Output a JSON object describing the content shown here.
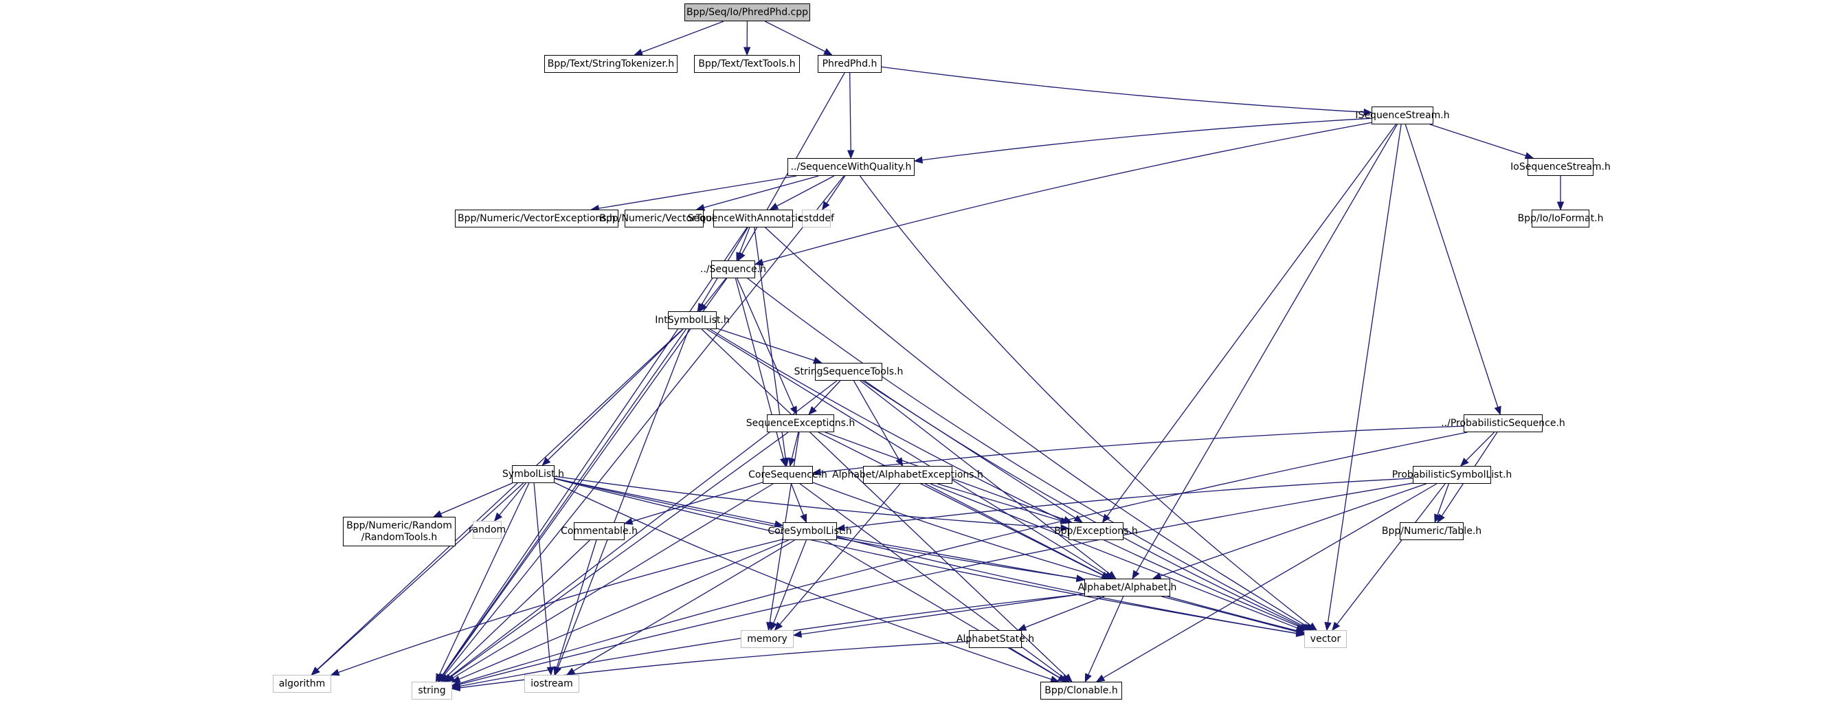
{
  "diagram": {
    "title": "Bpp/Seq/Io/PhredPhd.cpp",
    "kind": "include-dependency-graph",
    "colors": {
      "edge": "#191970",
      "root_fill": "#bfbfbf",
      "node_border": "#000000",
      "system_header_border": "#bfbfbf"
    },
    "nodes": [
      {
        "id": "phredphd_cpp",
        "label": "Bpp/Seq/Io/PhredPhd.cpp",
        "type": "root"
      },
      {
        "id": "stringtokenizer",
        "label": "Bpp/Text/StringTokenizer.h",
        "type": "header"
      },
      {
        "id": "texttools",
        "label": "Bpp/Text/TextTools.h",
        "type": "header"
      },
      {
        "id": "phredphd_h",
        "label": "PhredPhd.h",
        "type": "header"
      },
      {
        "id": "isequencestream",
        "label": "ISequenceStream.h",
        "type": "header"
      },
      {
        "id": "seqwithquality",
        "label": "../SequenceWithQuality.h",
        "type": "header"
      },
      {
        "id": "iosequencestream",
        "label": "IoSequenceStream.h",
        "type": "header"
      },
      {
        "id": "vectorexceptions",
        "label": "Bpp/Numeric/VectorExceptions.h",
        "type": "header"
      },
      {
        "id": "vectortools",
        "label": "Bpp/Numeric/VectorTools.h",
        "type": "header"
      },
      {
        "id": "seqwithannotation",
        "label": "SequenceWithAnnotation.h",
        "type": "header"
      },
      {
        "id": "cstddef",
        "label": "cstddef",
        "type": "system"
      },
      {
        "id": "ioformat",
        "label": "Bpp/Io/IoFormat.h",
        "type": "header"
      },
      {
        "id": "sequence",
        "label": "../Sequence.h",
        "type": "header"
      },
      {
        "id": "intsymbollist",
        "label": "IntSymbolList.h",
        "type": "header"
      },
      {
        "id": "stringseqtools",
        "label": "StringSequenceTools.h",
        "type": "header"
      },
      {
        "id": "seqexceptions",
        "label": "SequenceExceptions.h",
        "type": "header"
      },
      {
        "id": "probsequence",
        "label": "../ProbabilisticSequence.h",
        "type": "header"
      },
      {
        "id": "symbollist",
        "label": "SymbolList.h",
        "type": "header"
      },
      {
        "id": "coresequence",
        "label": "CoreSequence.h",
        "type": "header"
      },
      {
        "id": "alphabetexceptions",
        "label": "Alphabet/AlphabetExceptions.h",
        "type": "header"
      },
      {
        "id": "probsymbollist",
        "label": "ProbabilisticSymbolList.h",
        "type": "header"
      },
      {
        "id": "randomtools",
        "label": "Bpp/Numeric/Random\n/RandomTools.h",
        "type": "header"
      },
      {
        "id": "random",
        "label": "random",
        "type": "system"
      },
      {
        "id": "commentable",
        "label": "Commentable.h",
        "type": "header"
      },
      {
        "id": "coresymbollist",
        "label": "CoreSymbolList.h",
        "type": "header"
      },
      {
        "id": "exceptions",
        "label": "Bpp/Exceptions.h",
        "type": "header"
      },
      {
        "id": "table",
        "label": "Bpp/Numeric/Table.h",
        "type": "header"
      },
      {
        "id": "algorithm",
        "label": "algorithm",
        "type": "system"
      },
      {
        "id": "iostream",
        "label": "iostream",
        "type": "system"
      },
      {
        "id": "alphabet",
        "label": "Alphabet/Alphabet.h",
        "type": "header"
      },
      {
        "id": "memory",
        "label": "memory",
        "type": "system"
      },
      {
        "id": "alphabetstate",
        "label": "AlphabetState.h",
        "type": "header"
      },
      {
        "id": "vector",
        "label": "vector",
        "type": "system"
      },
      {
        "id": "string",
        "label": "string",
        "type": "system"
      },
      {
        "id": "clonable",
        "label": "Bpp/Clonable.h",
        "type": "header"
      }
    ],
    "edges": [
      [
        "phredphd_cpp",
        "stringtokenizer"
      ],
      [
        "phredphd_cpp",
        "texttools"
      ],
      [
        "phredphd_cpp",
        "phredphd_h"
      ],
      [
        "phredphd_h",
        "seqwithquality"
      ],
      [
        "phredphd_h",
        "isequencestream"
      ],
      [
        "phredphd_h",
        "sequence"
      ],
      [
        "isequencestream",
        "seqwithquality"
      ],
      [
        "isequencestream",
        "sequence"
      ],
      [
        "isequencestream",
        "iosequencestream"
      ],
      [
        "isequencestream",
        "probsequence"
      ],
      [
        "isequencestream",
        "exceptions"
      ],
      [
        "isequencestream",
        "alphabet"
      ],
      [
        "isequencestream",
        "vector"
      ],
      [
        "iosequencestream",
        "ioformat"
      ],
      [
        "seqwithquality",
        "vectorexceptions"
      ],
      [
        "seqwithquality",
        "vectortools"
      ],
      [
        "seqwithquality",
        "seqwithannotation"
      ],
      [
        "seqwithquality",
        "cstddef"
      ],
      [
        "seqwithquality",
        "string"
      ],
      [
        "seqwithquality",
        "vector"
      ],
      [
        "seqwithannotation",
        "sequence"
      ],
      [
        "seqwithannotation",
        "intsymbollist"
      ],
      [
        "seqwithannotation",
        "coresequence"
      ],
      [
        "seqwithannotation",
        "string"
      ],
      [
        "seqwithannotation",
        "vector"
      ],
      [
        "sequence",
        "intsymbollist"
      ],
      [
        "sequence",
        "coresequence"
      ],
      [
        "sequence",
        "seqexceptions"
      ],
      [
        "sequence",
        "string"
      ],
      [
        "sequence",
        "vector"
      ],
      [
        "intsymbollist",
        "stringseqtools"
      ],
      [
        "intsymbollist",
        "symbollist"
      ],
      [
        "intsymbollist",
        "algorithm"
      ],
      [
        "intsymbollist",
        "iostream"
      ],
      [
        "intsymbollist",
        "string"
      ],
      [
        "intsymbollist",
        "alphabet"
      ],
      [
        "intsymbollist",
        "vector"
      ],
      [
        "intsymbollist",
        "clonable"
      ],
      [
        "stringseqtools",
        "seqexceptions"
      ],
      [
        "stringseqtools",
        "alphabetexceptions"
      ],
      [
        "stringseqtools",
        "exceptions"
      ],
      [
        "stringseqtools",
        "alphabet"
      ],
      [
        "stringseqtools",
        "vector"
      ],
      [
        "stringseqtools",
        "string"
      ],
      [
        "seqexceptions",
        "coresequence"
      ],
      [
        "seqexceptions",
        "exceptions"
      ],
      [
        "seqexceptions",
        "alphabet"
      ],
      [
        "seqexceptions",
        "memory"
      ],
      [
        "seqexceptions",
        "string"
      ],
      [
        "probsequence",
        "probsymbollist"
      ],
      [
        "probsequence",
        "coresequence"
      ],
      [
        "probsequence",
        "table"
      ],
      [
        "probsequence",
        "string"
      ],
      [
        "symbollist",
        "randomtools"
      ],
      [
        "symbollist",
        "random"
      ],
      [
        "symbollist",
        "algorithm"
      ],
      [
        "symbollist",
        "iostream"
      ],
      [
        "symbollist",
        "string"
      ],
      [
        "symbollist",
        "coresymbollist"
      ],
      [
        "symbollist",
        "exceptions"
      ],
      [
        "symbollist",
        "alphabet"
      ],
      [
        "symbollist",
        "vector"
      ],
      [
        "symbollist",
        "clonable"
      ],
      [
        "coresequence",
        "commentable"
      ],
      [
        "coresequence",
        "coresymbollist"
      ],
      [
        "coresequence",
        "string"
      ],
      [
        "coresequence",
        "clonable"
      ],
      [
        "coresequence",
        "vector"
      ],
      [
        "alphabetexceptions",
        "exceptions"
      ],
      [
        "alphabetexceptions",
        "alphabet"
      ],
      [
        "alphabetexceptions",
        "memory"
      ],
      [
        "alphabetexceptions",
        "vector"
      ],
      [
        "probsymbollist",
        "coresymbollist"
      ],
      [
        "probsymbollist",
        "table"
      ],
      [
        "probsymbollist",
        "alphabet"
      ],
      [
        "probsymbollist",
        "vector"
      ],
      [
        "probsymbollist",
        "string"
      ],
      [
        "probsymbollist",
        "clonable"
      ],
      [
        "commentable",
        "iostream"
      ],
      [
        "commentable",
        "string"
      ],
      [
        "coresymbollist",
        "algorithm"
      ],
      [
        "coresymbollist",
        "iostream"
      ],
      [
        "coresymbollist",
        "memory"
      ],
      [
        "coresymbollist",
        "string"
      ],
      [
        "coresymbollist",
        "clonable"
      ],
      [
        "coresymbollist",
        "alphabet"
      ],
      [
        "coresymbollist",
        "vector"
      ],
      [
        "alphabet",
        "alphabetstate"
      ],
      [
        "alphabet",
        "memory"
      ],
      [
        "alphabet",
        "string"
      ],
      [
        "alphabet",
        "clonable"
      ],
      [
        "alphabet",
        "vector"
      ],
      [
        "alphabetstate",
        "clonable"
      ],
      [
        "alphabetstate",
        "string"
      ]
    ]
  }
}
